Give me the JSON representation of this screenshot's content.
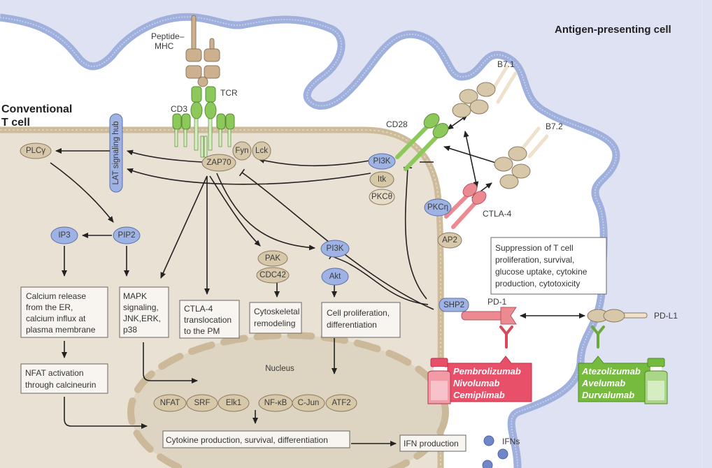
{
  "labels": {
    "apc_title": "Antigen-presenting cell",
    "tcell_title_line1": "Conventional",
    "tcell_title_line2": "T cell",
    "peptide_mhc_line1": "Peptide–",
    "peptide_mhc_line2": "MHC",
    "tcr": "TCR",
    "cd3": "CD3",
    "cd28": "CD28",
    "b71": "B7.1",
    "b72": "B7.2",
    "ctla4": "CTLA-4",
    "pd1": "PD-1",
    "pdl1": "PD-L1",
    "nucleus": "Nucleus",
    "ifns": "IFNs",
    "lat_hub": "LAT signaling hub"
  },
  "molecules": {
    "plcg": "PLCγ",
    "fyn": "Fyn",
    "lck": "Lck",
    "zap70": "ZAP70",
    "pi3k_cd28": "PI3K",
    "itk": "Itk",
    "pkct": "PKCθ",
    "pkcn": "PKCη",
    "ap2": "AP2",
    "ip3": "IP3",
    "pip2": "PIP2",
    "pak": "PAK",
    "cdc42": "CDC42",
    "pi3k": "PI3K",
    "akt": "Akt",
    "shp2": "SHP2",
    "nfat": "NFAT",
    "srf": "SRF",
    "elk1": "Elk1",
    "nfkb": "NF-κB",
    "cjun": "C-Jun",
    "atf2": "ATF2"
  },
  "boxes": {
    "calcium": [
      "Calcium release",
      "from the ER,",
      "calcium influx at",
      "plasma membrane"
    ],
    "mapk": [
      "MAPK",
      "signaling,",
      "JNK,ERK,",
      "p38"
    ],
    "ctla4_trans": [
      "CTLA-4",
      "translocation",
      "to the PM"
    ],
    "cytoskeletal": [
      "Cytoskeletal",
      "remodeling"
    ],
    "cell_prolif": [
      "Cell proliferation,",
      "differentiation"
    ],
    "nfat_act": [
      "NFAT activation",
      "through calcineurin"
    ],
    "cytokine": [
      "Cytokine production, survival, differentiation"
    ],
    "ifn": [
      "IFN production"
    ],
    "suppression": [
      "Suppression of T cell",
      "proliferation, survival,",
      "glucose uptake, cytokine",
      "production, cytotoxicity"
    ]
  },
  "drugs": {
    "pd1_inhibitors": [
      "Pembrolizumab",
      "Nivolumab",
      "Cemiplimab"
    ],
    "pdl1_inhibitors": [
      "Atezolizumab",
      "Avelumab",
      "Durvalumab"
    ]
  },
  "colors": {
    "apc_bg": "#dfe2f2",
    "apc_membrane": "#9fb0dc",
    "tcell_bg": "#e9e1d4",
    "tcell_membrane": "#cdbb9a",
    "tan_molecule": "#d8c8aa",
    "blue_molecule": "#9eb3e3",
    "green_receptor": "#8cc85a",
    "pink_receptor": "#ec8a92",
    "pd1_drug_red": "#e8506a",
    "pdl1_drug_green": "#76bb3e"
  }
}
